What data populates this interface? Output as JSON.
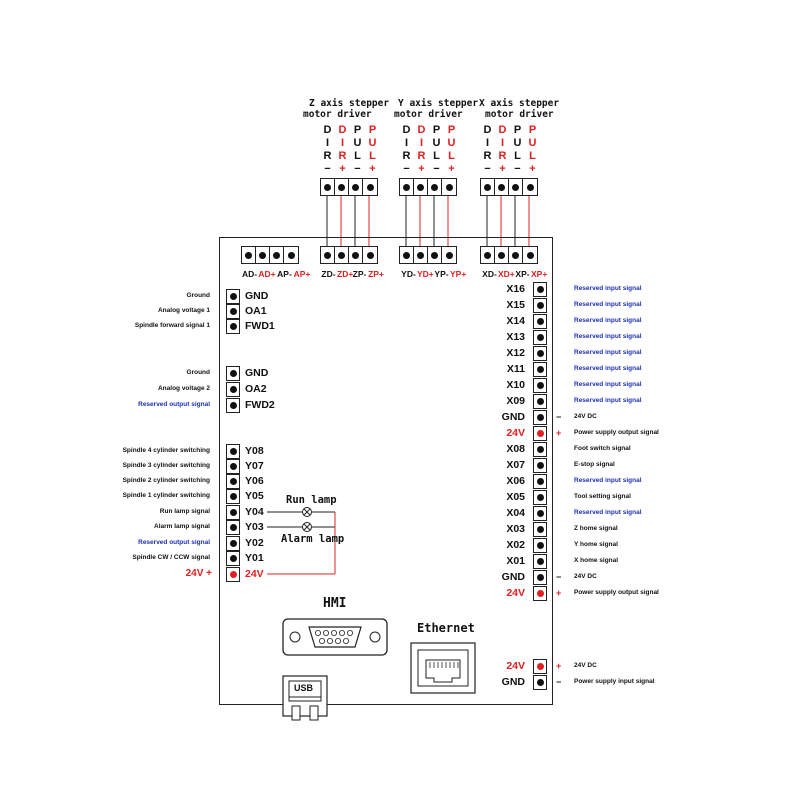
{
  "drivers": {
    "z": {
      "title_line1": "Z axis stepper",
      "title_line2": "motor driver"
    },
    "y": {
      "title_line1": "Y axis stepper",
      "title_line2": "motor driver"
    },
    "x": {
      "title_line1": "X axis stepper",
      "title_line2": "motor driver"
    }
  },
  "driver_pins": [
    {
      "letters": [
        "D",
        "I",
        "R"
      ],
      "pol": "−",
      "color": "black"
    },
    {
      "letters": [
        "D",
        "I",
        "R"
      ],
      "pol": "+",
      "color": "red"
    },
    {
      "letters": [
        "P",
        "U",
        "L"
      ],
      "pol": "−",
      "color": "black"
    },
    {
      "letters": [
        "P",
        "U",
        "L"
      ],
      "pol": "+",
      "color": "red"
    }
  ],
  "top_blocks": {
    "a": [
      "AD-",
      "AD+",
      "AP-",
      "AP+"
    ],
    "z": [
      "ZD-",
      "ZD+",
      "ZP-",
      "ZP+"
    ],
    "y": [
      "YD-",
      "YD+",
      "YP-",
      "YP+"
    ],
    "x": [
      "XD-",
      "XD+",
      "XP-",
      "XP+"
    ]
  },
  "left_group1": {
    "pins": [
      "GND",
      "OA1",
      "FWD1"
    ],
    "signals": [
      "Ground",
      "Analog voltage 1",
      "Spindle forward signal 1"
    ]
  },
  "left_group2": {
    "pins": [
      "GND",
      "OA2",
      "FWD2"
    ],
    "signals": [
      "Ground",
      "Analog voltage 2",
      "Reserved output signal"
    ]
  },
  "left_group3": {
    "pins": [
      "Y08",
      "Y07",
      "Y06",
      "Y05",
      "Y04",
      "Y03",
      "Y02",
      "Y01",
      "24V"
    ],
    "signals": [
      "Spindle 4 cylinder switching",
      "Spindle 3 cylinder switching",
      "Spindle 2 cylinder switching",
      "Spindle 1 cylinder switching",
      "Run lamp signal",
      "Alarm lamp signal",
      "Reserved output signal",
      "Spindle CW / CCW signal",
      "24V +"
    ]
  },
  "lamps": {
    "run": "Run lamp",
    "alarm": "Alarm lamp"
  },
  "right_group1": {
    "pins": [
      "X16",
      "X15",
      "X14",
      "X13",
      "X12",
      "X11",
      "X10",
      "X09",
      "GND",
      "24V",
      "X08",
      "X07",
      "X06",
      "X05",
      "X04",
      "X03",
      "X02",
      "X01",
      "GND",
      "24V"
    ],
    "marks": [
      "",
      "",
      "",
      "",
      "",
      "",
      "",
      "",
      "−",
      "+",
      "",
      "",
      "",
      "",
      "",
      "",
      "",
      "",
      "−",
      "+"
    ],
    "signals": [
      "Reserved input signal",
      "Reserved input signal",
      "Reserved input signal",
      "Reserved input signal",
      "Reserved input signal",
      "Reserved input signal",
      "Reserved input signal",
      "Reserved input signal",
      "24V DC",
      "Power supply output signal",
      "Foot switch signal",
      "E-stop signal",
      "Reserved input signal",
      "Tool setting signal",
      "Reserved input signal",
      "Z home signal",
      "Y home signal",
      "X home signal",
      "24V DC",
      "Power supply output signal"
    ]
  },
  "right_group2": {
    "pins": [
      "24V",
      "GND"
    ],
    "marks": [
      "+",
      "−"
    ],
    "signals": [
      "24V DC",
      "Power supply input signal"
    ]
  },
  "ports": {
    "hmi": "HMI",
    "ethernet": "Ethernet",
    "usb": "USB"
  },
  "colors": {
    "red": "#e02020",
    "blue": "#1c2fb8",
    "line": "#222222"
  }
}
